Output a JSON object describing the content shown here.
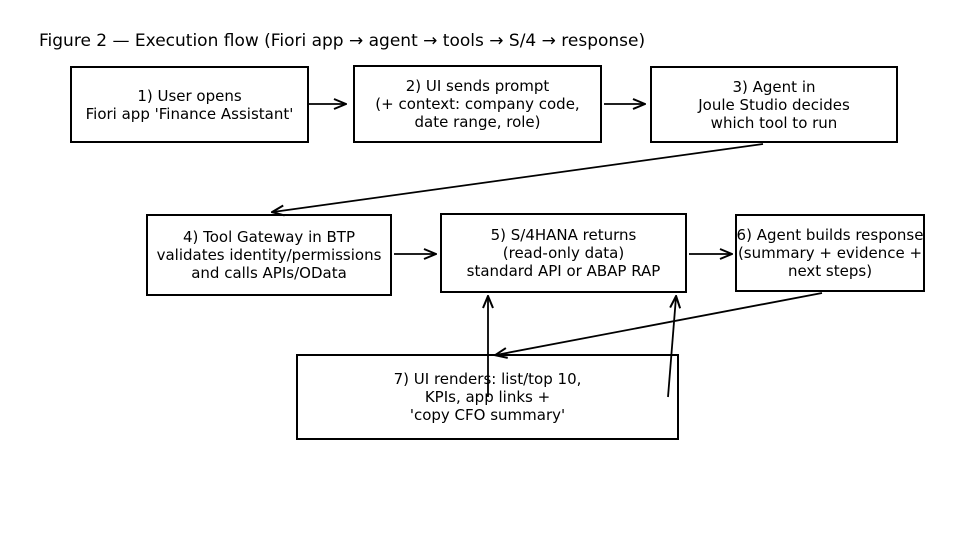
{
  "title": "Figure 2 — Execution flow (Fiori app → agent → tools → S/4 → response)",
  "colors": {
    "ink": "#000000",
    "background": "#ffffff"
  },
  "boxes": [
    {
      "id": "1",
      "lines": [
        "1) User opens",
        "Fiori app 'Finance Assistant'"
      ]
    },
    {
      "id": "2",
      "lines": [
        "2) UI sends prompt",
        "(+ context: company code,",
        "date range, role)"
      ]
    },
    {
      "id": "3",
      "lines": [
        "3) Agent in",
        "Joule Studio decides",
        "which tool to run"
      ]
    },
    {
      "id": "4",
      "lines": [
        "4) Tool Gateway in BTP",
        "validates identity/permissions",
        "and calls APIs/OData"
      ]
    },
    {
      "id": "5",
      "lines": [
        "5) S/4HANA returns",
        "(read-only data)",
        "standard API or ABAP RAP"
      ]
    },
    {
      "id": "6",
      "lines": [
        "6) Agent builds response",
        "(summary + evidence +",
        "next steps)"
      ]
    },
    {
      "id": "7",
      "lines": [
        "7) UI renders: list/top 10,",
        "KPIs, app links +",
        "'copy CFO summary'"
      ]
    }
  ],
  "edges": [
    {
      "from": "1",
      "to": "2"
    },
    {
      "from": "2",
      "to": "3"
    },
    {
      "from": "3",
      "to": "4"
    },
    {
      "from": "4",
      "to": "5"
    },
    {
      "from": "5",
      "to": "6"
    },
    {
      "from": "6",
      "to": "7"
    },
    {
      "from": "7",
      "to": "5"
    },
    {
      "from": "7",
      "to": "5",
      "note": "second upward arrow near right edge of box 7"
    }
  ]
}
